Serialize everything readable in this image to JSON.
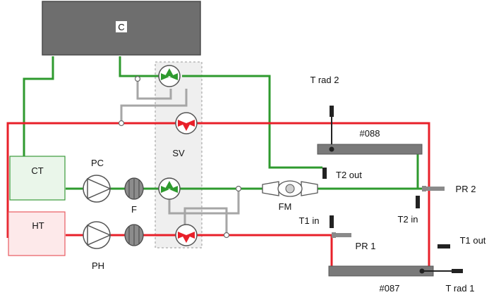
{
  "labels": {
    "controller": "C",
    "cold_tank": "CT",
    "hot_tank": "HT",
    "cold_pump": "PC",
    "hot_pump": "PH",
    "filter": "F",
    "switch_valves": "SV",
    "flow_meter": "FM",
    "radiator_top": "#088",
    "radiator_bottom": "#087",
    "t_rad_2": "T rad 2",
    "t_rad_1": "T rad 1",
    "t2_out": "T2 out",
    "t2_in": "T2 in",
    "t1_in": "T1 in",
    "t1_out": "T1 out",
    "pr2": "PR 2",
    "pr1": "PR 1"
  },
  "colors": {
    "cold_line": "#2e9a2e",
    "hot_line": "#e8202a",
    "control_line": "#a6a6a6",
    "controller_box": "#6e6e6e",
    "cold_tank_fill": "#eaf6ea",
    "hot_tank_fill": "#fde9ea",
    "radiator": "#7a7a7a",
    "sensor": "#222222",
    "valve_panel": "#efefef"
  },
  "icons": {
    "pump": "pump-circle-icon",
    "filter": "filter-oval-icon",
    "valve_cold": "three-way-valve-green-icon",
    "valve_hot": "three-way-valve-red-icon",
    "flow_meter": "flow-meter-icon",
    "sensor": "sensor-probe-icon"
  }
}
